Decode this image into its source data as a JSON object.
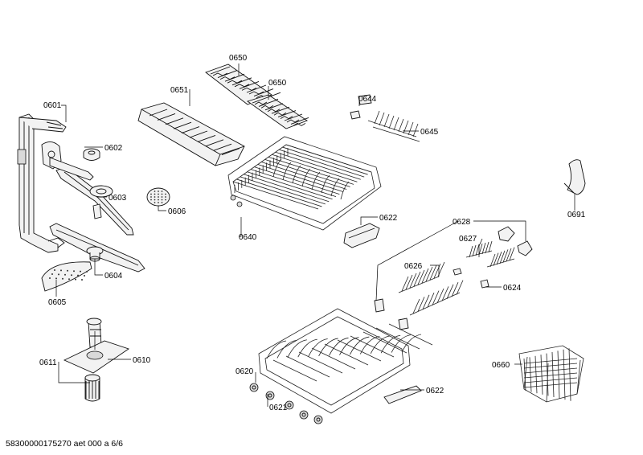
{
  "document_id": "58300000175270 aet 000 a 6/6",
  "parts": [
    {
      "key": "p0601",
      "number": "0601"
    },
    {
      "key": "p0602",
      "number": "0602"
    },
    {
      "key": "p0603",
      "number": "0603"
    },
    {
      "key": "p0604",
      "number": "0604"
    },
    {
      "key": "p0605",
      "number": "0605"
    },
    {
      "key": "p0606",
      "number": "0606"
    },
    {
      "key": "p0610",
      "number": "0610"
    },
    {
      "key": "p0611",
      "number": "0611"
    },
    {
      "key": "p0620",
      "number": "0620"
    },
    {
      "key": "p0621",
      "number": "0621"
    },
    {
      "key": "p0622a",
      "number": "0622"
    },
    {
      "key": "p0622b",
      "number": "0622"
    },
    {
      "key": "p0624",
      "number": "0624"
    },
    {
      "key": "p0626",
      "number": "0626"
    },
    {
      "key": "p0627",
      "number": "0627"
    },
    {
      "key": "p0628",
      "number": "0628"
    },
    {
      "key": "p0640",
      "number": "0640"
    },
    {
      "key": "p0644",
      "number": "0644"
    },
    {
      "key": "p0645",
      "number": "0645"
    },
    {
      "key": "p0650a",
      "number": "0650"
    },
    {
      "key": "p0650b",
      "number": "0650"
    },
    {
      "key": "p0651",
      "number": "0651"
    },
    {
      "key": "p0660",
      "number": "0660"
    },
    {
      "key": "p0691",
      "number": "0691"
    }
  ]
}
